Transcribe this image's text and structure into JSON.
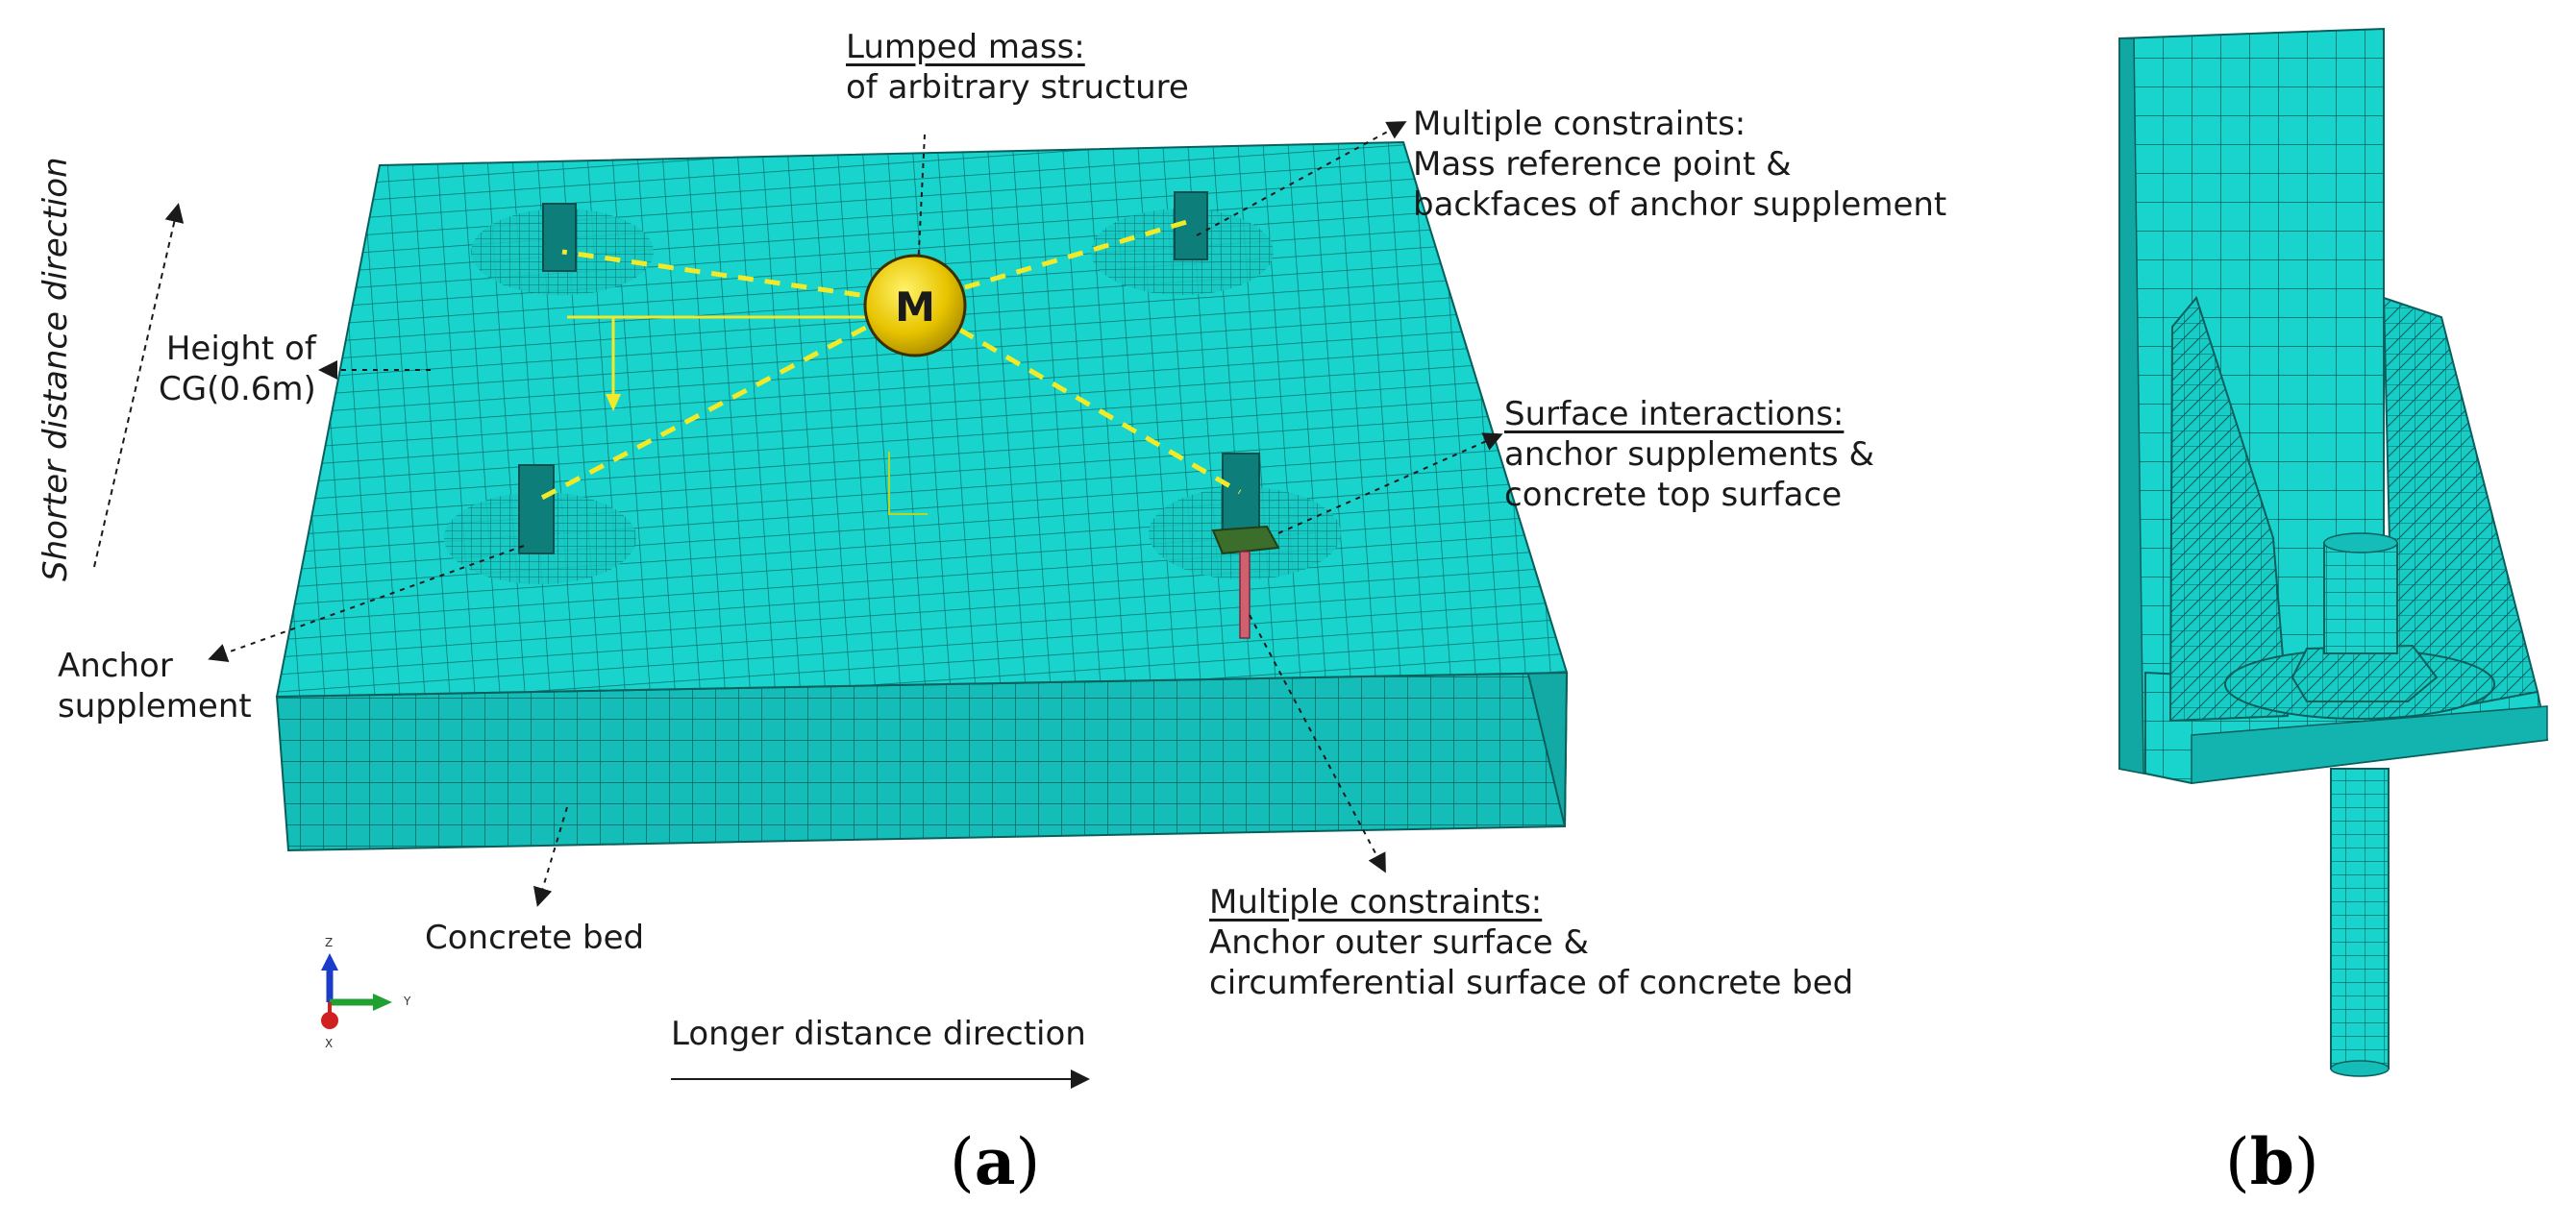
{
  "panel_a": {
    "lumped_mass": {
      "title": "Lumped mass:",
      "line2": "of arbitrary structure"
    },
    "constraints_top": {
      "title": "Multiple constraints:",
      "line2": "Mass reference point &",
      "line3": "backfaces of anchor supplement"
    },
    "surface_interactions": {
      "title": "Surface interactions:",
      "line2": "anchor supplements &",
      "line3": "concrete top surface"
    },
    "height_cg": {
      "line1": "Height of",
      "line2": "CG(0.6m)"
    },
    "anchor_supplement": {
      "line1": "Anchor",
      "line2": "supplement"
    },
    "concrete_bed": "Concrete bed",
    "constraints_bottom": {
      "title": "Multiple constraints:",
      "line2": "Anchor outer surface &",
      "line3": "circumferential surface of concrete bed"
    },
    "shorter_direction": "Shorter distance direction",
    "longer_direction": "Longer distance direction",
    "mass_symbol": "M",
    "triad": {
      "z": "Z",
      "y": "Y",
      "x": "X"
    },
    "caption": "a"
  },
  "panel_b": {
    "caption": "b"
  },
  "colors": {
    "mesh_fill": "#19d3cd",
    "mesh_side": "#15bdb8",
    "mesh_line": "#0a5f5c",
    "constraint_line": "#f2ea28",
    "mass_fill": "#e8c400",
    "anchor_rod": "#d06070"
  }
}
